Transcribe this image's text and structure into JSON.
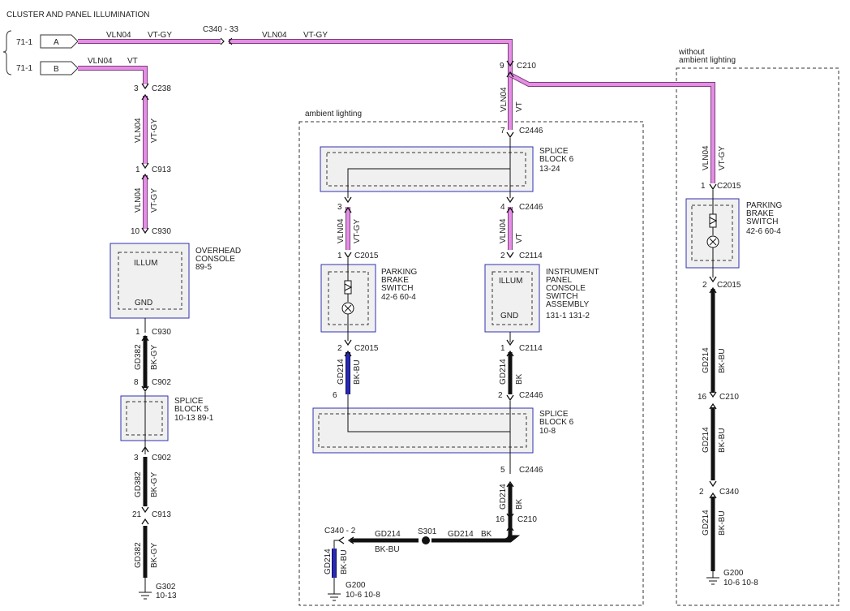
{
  "title": "CLUSTER AND PANEL ILLUMINATION",
  "colors": {
    "wire_violet": "#e58ee5",
    "wire_violet_edge": "#8a4a8a",
    "wire_black": "#111111",
    "wire_blue": "#1a1a9a",
    "box_fill": "#f0f0f0",
    "box_stroke": "#3030b0"
  },
  "left": {
    "ref_a": "71-1",
    "ref_b": "71-1",
    "conn_a": "A",
    "conn_b": "B",
    "wire_a_circuit": "VLN04",
    "wire_a_color": "VT-GY",
    "c340": "C340 - 33",
    "wire_a2_circuit": "VLN04",
    "wire_a2_color": "VT-GY",
    "wire_b_circuit": "VLN04",
    "wire_b_color": "VT",
    "c238_pin": "3",
    "c238": "C238",
    "w1_circuit": "VLN04",
    "w1_color": "VT-GY",
    "c913_pin": "1",
    "c913": "C913",
    "w2_circuit": "VLN04",
    "w2_color": "VT-GY",
    "c930_pin": "10",
    "c930": "C930",
    "overhead_label": "OVERHEAD\nCONSOLE",
    "overhead_ref": "89-5",
    "illum": "ILLUM",
    "gnd": "GND",
    "c930b_pin": "1",
    "c930b": "C930",
    "w3_circuit": "GD382",
    "w3_color": "BK-GY",
    "c902_pin": "8",
    "c902": "C902",
    "splice5_label": "SPLICE\nBLOCK 5",
    "splice5_ref": "10-13  89-1",
    "c902b_pin": "3",
    "c902b": "C902",
    "w4_circuit": "GD382",
    "w4_color": "BK-GY",
    "c913b_pin": "21",
    "c913b": "C913",
    "w5_circuit": "GD382",
    "w5_color": "BK-GY",
    "g302": "G302",
    "g302_ref": "10-13"
  },
  "center": {
    "region_label": "ambient lighting",
    "c210_pin": "9",
    "c210": "C210",
    "w_circuit": "VLN04",
    "w_color": "VT",
    "c2446_pin": "7",
    "c2446": "C2446",
    "splice6_top_label": "SPLICE\nBLOCK 6",
    "splice6_top_ref": "13-24",
    "l_pin": "3",
    "r_pin": "4",
    "r_conn": "C2446",
    "l_circuit": "VLN04",
    "l_color": "VT-GY",
    "r_circuit": "VLN04",
    "r_color": "VT",
    "pb_pin": "1",
    "pb_conn": "C2015",
    "ip_pin": "2",
    "ip_conn": "C2114",
    "pb_label": "PARKING\nBRAKE\nSWITCH",
    "pb_ref": "42-6   60-4",
    "ip_label": "INSTRUMENT\nPANEL\nCONSOLE\nSWITCH\nASSEMBLY",
    "ip_ref": "131-1  131-2",
    "illum": "ILLUM",
    "gnd": "GND",
    "pb_out_pin": "2",
    "pb_out_conn": "C2015",
    "ip_out_pin": "1",
    "ip_out_conn": "C2114",
    "pb_gd_circuit": "GD214",
    "pb_gd_color": "BK-BU",
    "ip_gd_circuit": "GD214",
    "ip_gd_color": "BK",
    "l6_pin": "6",
    "r2_pin": "2",
    "r2_conn": "C2446",
    "splice6_bot_label": "SPLICE\nBLOCK 6",
    "splice6_bot_ref": "10-8",
    "r5_pin": "5",
    "r5_conn": "C2446",
    "bot_circuit": "GD214",
    "bot_color": "BK",
    "c210b_pin": "16",
    "c210b": "C210",
    "c340": "C340 - 2",
    "h_circuit": "GD214",
    "h_color": "BK-BU",
    "s301": "S301",
    "h2_circuit": "GD214",
    "h2_color": "BK",
    "g_circuit": "GD214",
    "g_color": "BK-BU",
    "g200": "G200",
    "g200_ref": "10-6   10-8"
  },
  "right": {
    "region_label": "without\nambient lighting",
    "w_circuit": "VLN04",
    "w_color": "VT-GY",
    "pb_pin": "1",
    "pb_conn": "C2015",
    "pb_label": "PARKING\nBRAKE\nSWITCH",
    "pb_ref": "42-6   60-4",
    "pb_out_pin": "2",
    "pb_out_conn": "C2015",
    "w2_circuit": "GD214",
    "w2_color": "BK-BU",
    "c210_pin": "16",
    "c210": "C210",
    "w3_circuit": "GD214",
    "w3_color": "BK-BU",
    "c340_pin": "2",
    "c340": "C340",
    "w4_circuit": "GD214",
    "w4_color": "BK-BU",
    "g200": "G200",
    "g200_ref": "10-6   10-8"
  }
}
